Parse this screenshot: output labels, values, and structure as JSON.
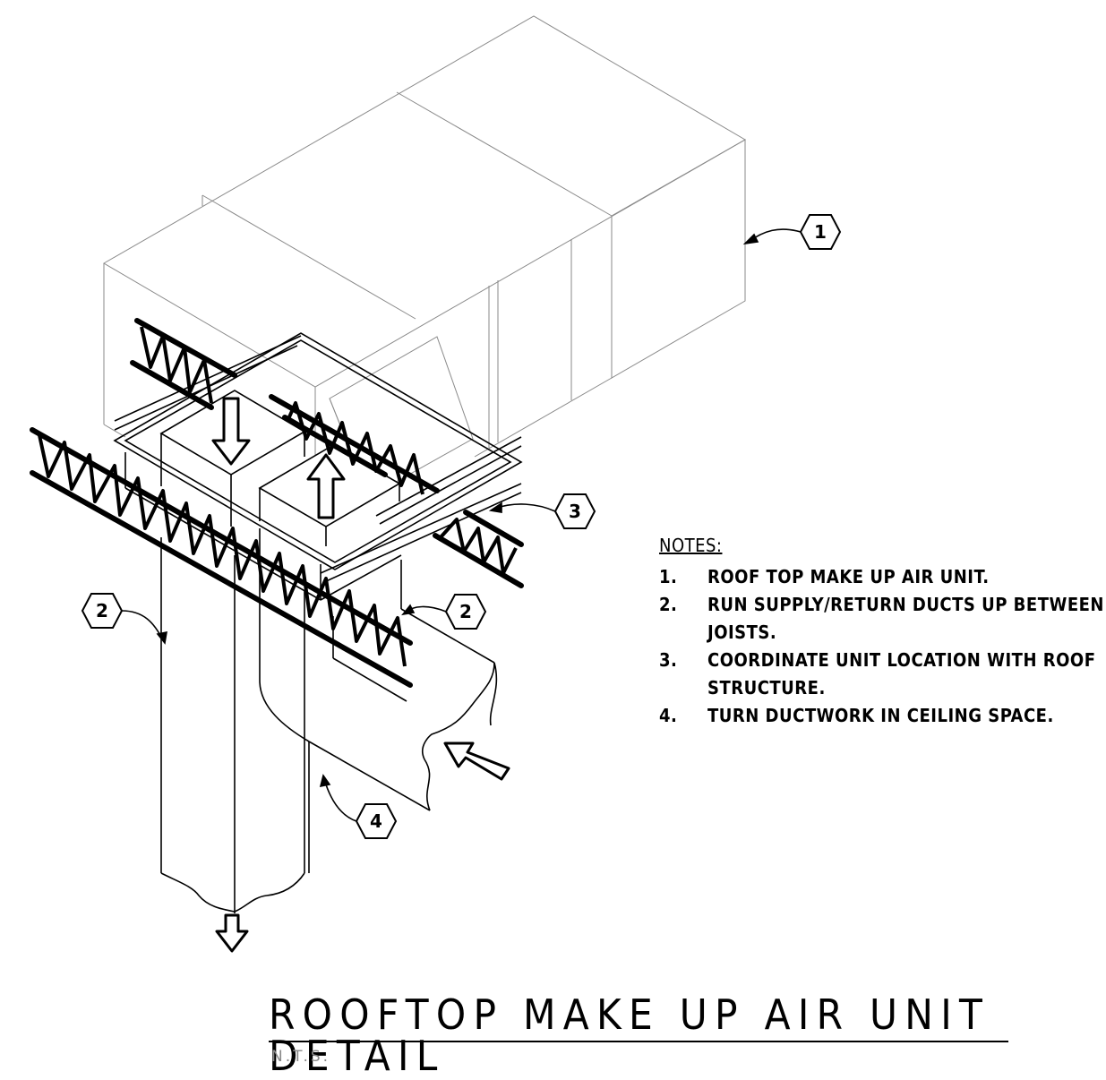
{
  "tags": {
    "t1": "1",
    "t2a": "2",
    "t2b": "2",
    "t3": "3",
    "t4": "4"
  },
  "notes": {
    "heading": "NOTES:",
    "items": [
      {
        "num": "1.",
        "text": "ROOF TOP MAKE UP AIR UNIT."
      },
      {
        "num": "2.",
        "text": "RUN SUPPLY/RETURN DUCTS UP BETWEEN\nJOISTS."
      },
      {
        "num": "3.",
        "text": "COORDINATE UNIT LOCATION WITH ROOF\nSTRUCTURE."
      },
      {
        "num": "4.",
        "text": "TURN DUCTWORK IN CEILING SPACE."
      }
    ]
  },
  "title": "ROOFTOP MAKE UP AIR UNIT DETAIL",
  "scale": "N.T.S."
}
